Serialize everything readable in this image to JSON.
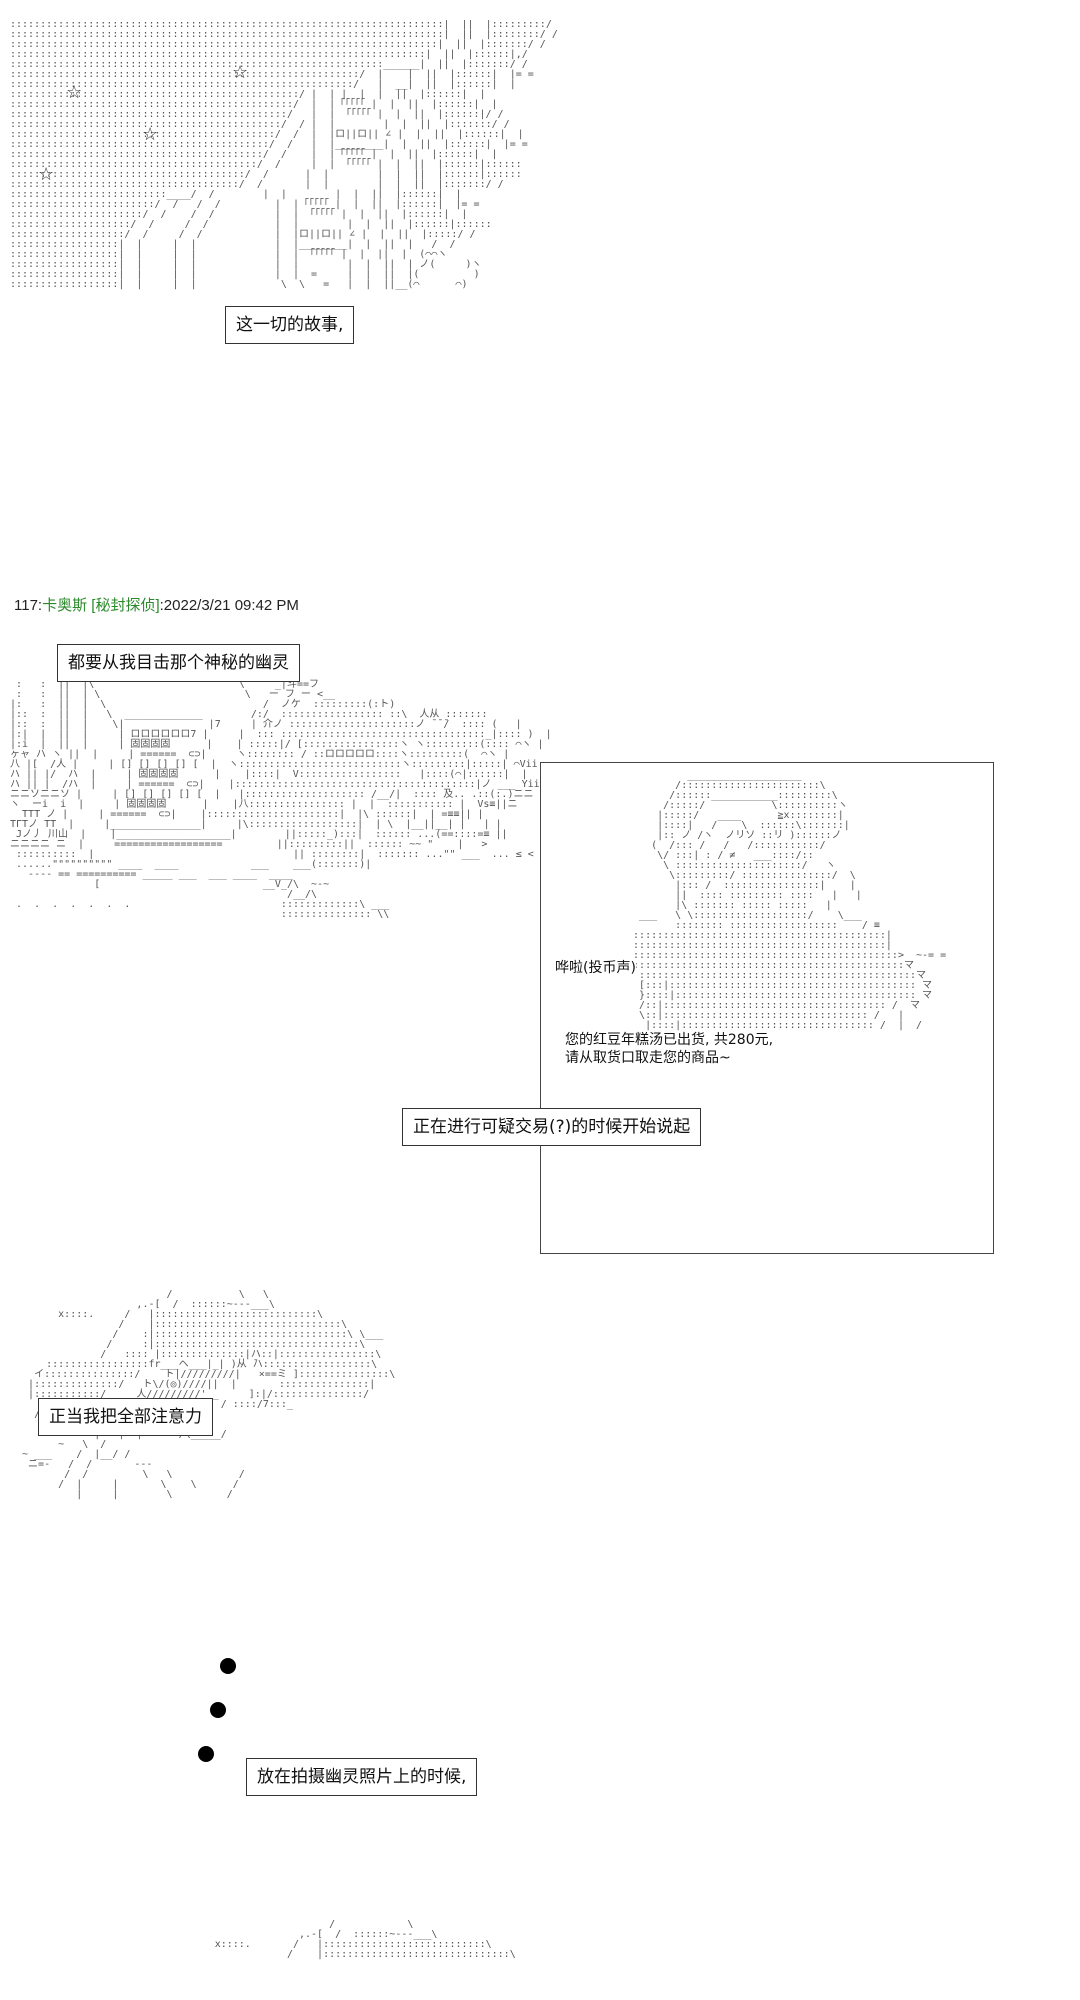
{
  "panel1": {
    "caption": "这一切的故事,",
    "stars": [
      "☆",
      "☆",
      "☆",
      "☆"
    ]
  },
  "post": {
    "number": "117",
    "separator": ":",
    "name": "卡奥斯",
    "trip": "[秘封探侦]",
    "datetime": ":2022/3/21 09:42 PM"
  },
  "panel2": {
    "caption_top": "都要从我目击那个神秘的幽灵",
    "caption_bottom": "正在进行可疑交易(?)的时候开始说起",
    "sfx": "哗啦(投币声)",
    "dialog": "您的红豆年糕汤已出货, 共280元,\n请从取货口取走您的商品~"
  },
  "panel3": {
    "caption_top": "正当我把全部注意力",
    "caption_bottom": "放在拍摄幽灵照片上的时候,"
  }
}
